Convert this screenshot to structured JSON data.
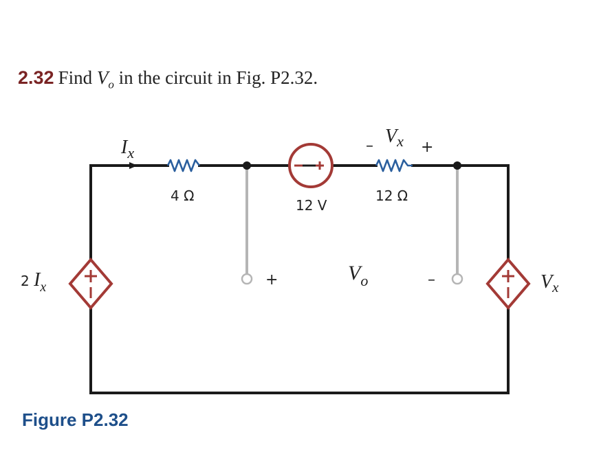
{
  "problem": {
    "number": "2.32",
    "text_before": "Find ",
    "var_main": "V",
    "var_sub": "o",
    "text_after": " in the circuit in Fig. P2.32."
  },
  "circuit": {
    "current_label": {
      "main": "I",
      "sub": "x"
    },
    "resistor_left": "4 Ω",
    "voltage_source": "12 V",
    "resistor_right": "12 Ω",
    "vx_label": {
      "minus": "–",
      "main": "V",
      "sub": "x",
      "plus": "+"
    },
    "dep_source_left": {
      "coef": "2 ",
      "main": "I",
      "sub": "x"
    },
    "dep_source_right": {
      "main": "V",
      "sub": "x"
    },
    "output": {
      "plus": "+",
      "main": "V",
      "sub": "o",
      "minus": "–"
    },
    "colors": {
      "wire": "#1a1a1a",
      "resistor": "#2b5f9e",
      "source": "#a33a36",
      "probe": "#b5b5b5"
    }
  },
  "caption": "Figure P2.32"
}
